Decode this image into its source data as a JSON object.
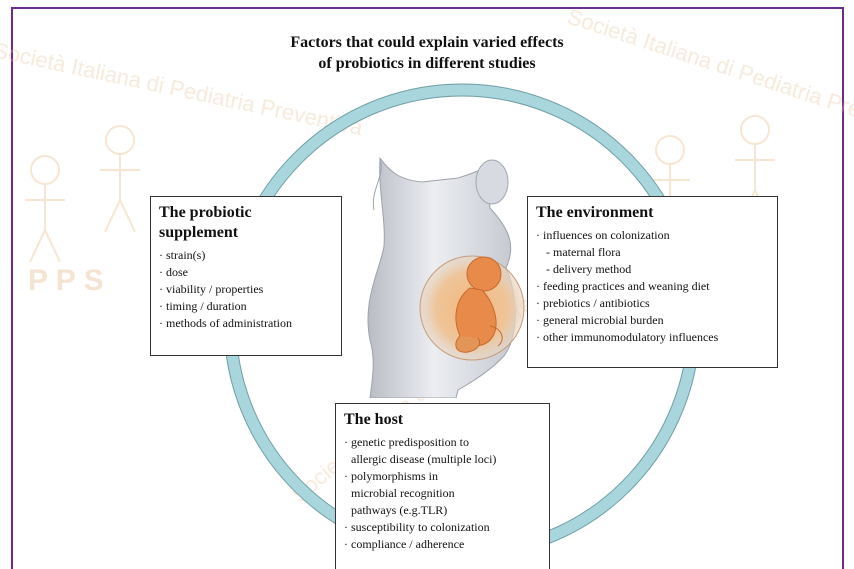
{
  "title": {
    "line1": "Factors that could explain varied effects",
    "line2": "of probiotics in different studies"
  },
  "watermark": {
    "text": "Società Italiana di Pediatria Preventiva",
    "letters": "P P S"
  },
  "colors": {
    "frame": "#6b2c8f",
    "ring": "#a8d6dc",
    "watermark": "#e3b07a"
  },
  "supplement": {
    "title": "The probiotic supplement",
    "items": [
      "strain(s)",
      "dose",
      "viability / properties",
      "timing / duration",
      "methods of administration"
    ]
  },
  "environment": {
    "title": "The environment",
    "items": [
      {
        "text": "influences on colonization",
        "kind": "bullet"
      },
      {
        "text": "- maternal flora",
        "kind": "sub"
      },
      {
        "text": "- delivery method",
        "kind": "sub"
      },
      {
        "text": "feeding practices and weaning diet",
        "kind": "bullet"
      },
      {
        "text": "prebiotics / antibiotics",
        "kind": "bullet"
      },
      {
        "text": "general microbial burden",
        "kind": "bullet"
      },
      {
        "text": "other immunomodulatory influences",
        "kind": "bullet"
      }
    ]
  },
  "host": {
    "title": "The host",
    "items": [
      {
        "text": "genetic predisposition to",
        "kind": "bullet"
      },
      {
        "text": "allergic disease (multiple loci)",
        "kind": "cont"
      },
      {
        "text": "polymorphisms in",
        "kind": "bullet"
      },
      {
        "text": "microbial recognition",
        "kind": "cont"
      },
      {
        "text": "pathways (e.g.TLR)",
        "kind": "cont"
      },
      {
        "text": "susceptibility to colonization",
        "kind": "bullet"
      },
      {
        "text": "compliance / adherence",
        "kind": "bullet"
      }
    ]
  }
}
